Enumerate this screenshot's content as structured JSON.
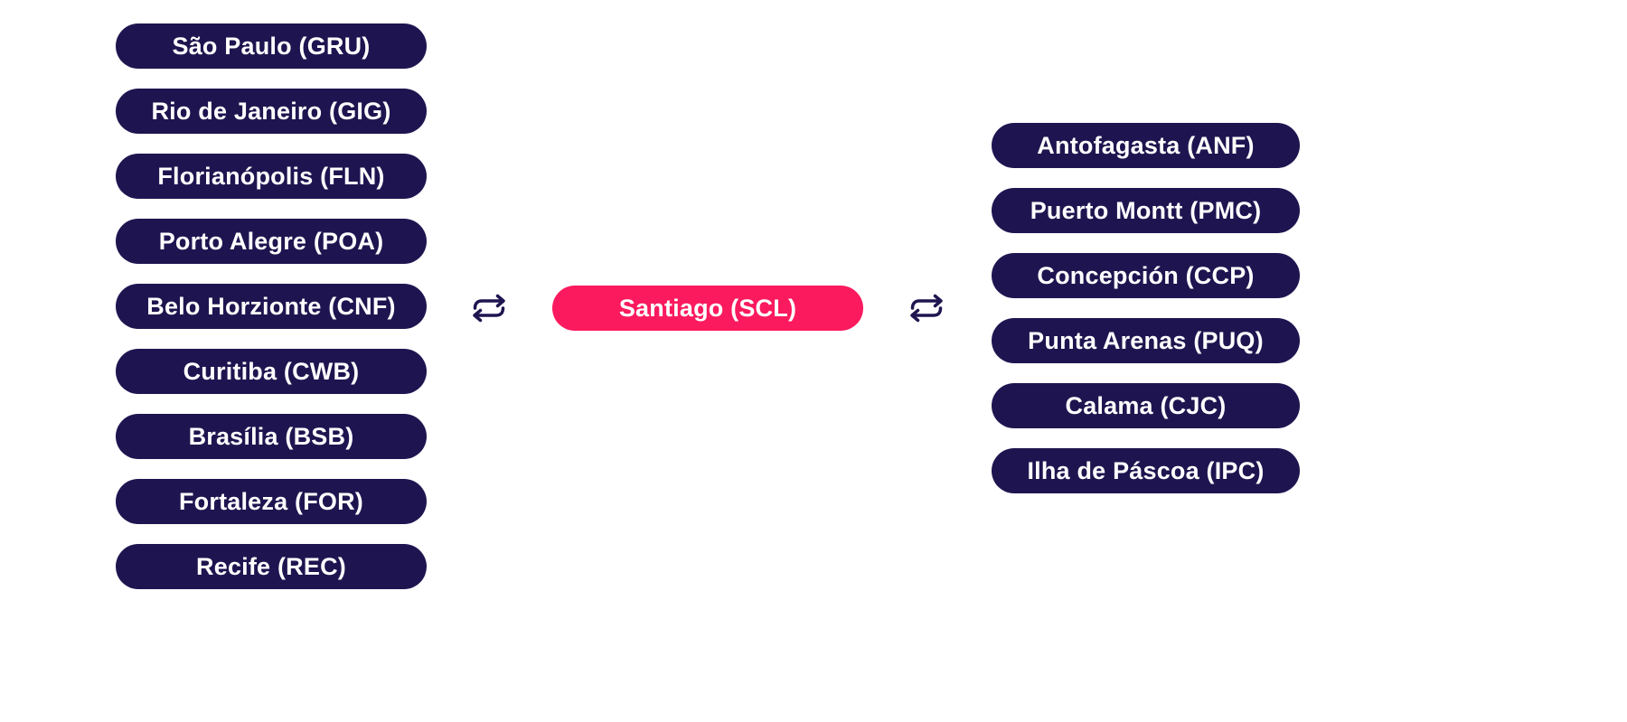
{
  "diagram": {
    "hub": {
      "label": "Santiago (SCL)"
    },
    "left_column": {
      "items": [
        "São Paulo (GRU)",
        "Rio de Janeiro (GIG)",
        "Florianópolis (FLN)",
        "Porto Alegre (POA)",
        "Belo Horzionte (CNF)",
        "Curitiba (CWB)",
        "Brasília (BSB)",
        "Fortaleza (FOR)",
        "Recife (REC)"
      ]
    },
    "right_column": {
      "items": [
        "Antofagasta (ANF)",
        "Puerto Montt (PMC)",
        "Concepción (CCP)",
        "Punta Arenas (PUQ)",
        "Calama (CJC)",
        "Ilha de Páscoa (IPC)"
      ]
    },
    "icons": {
      "left": "swap-arrows-icon",
      "right": "swap-arrows-icon"
    }
  },
  "colors": {
    "background": "#ffffff",
    "pill_dark": "#1e1550",
    "hub_pink": "#fb1a5e",
    "pill_text": "#ffffff",
    "arrow": "#1e1550"
  }
}
